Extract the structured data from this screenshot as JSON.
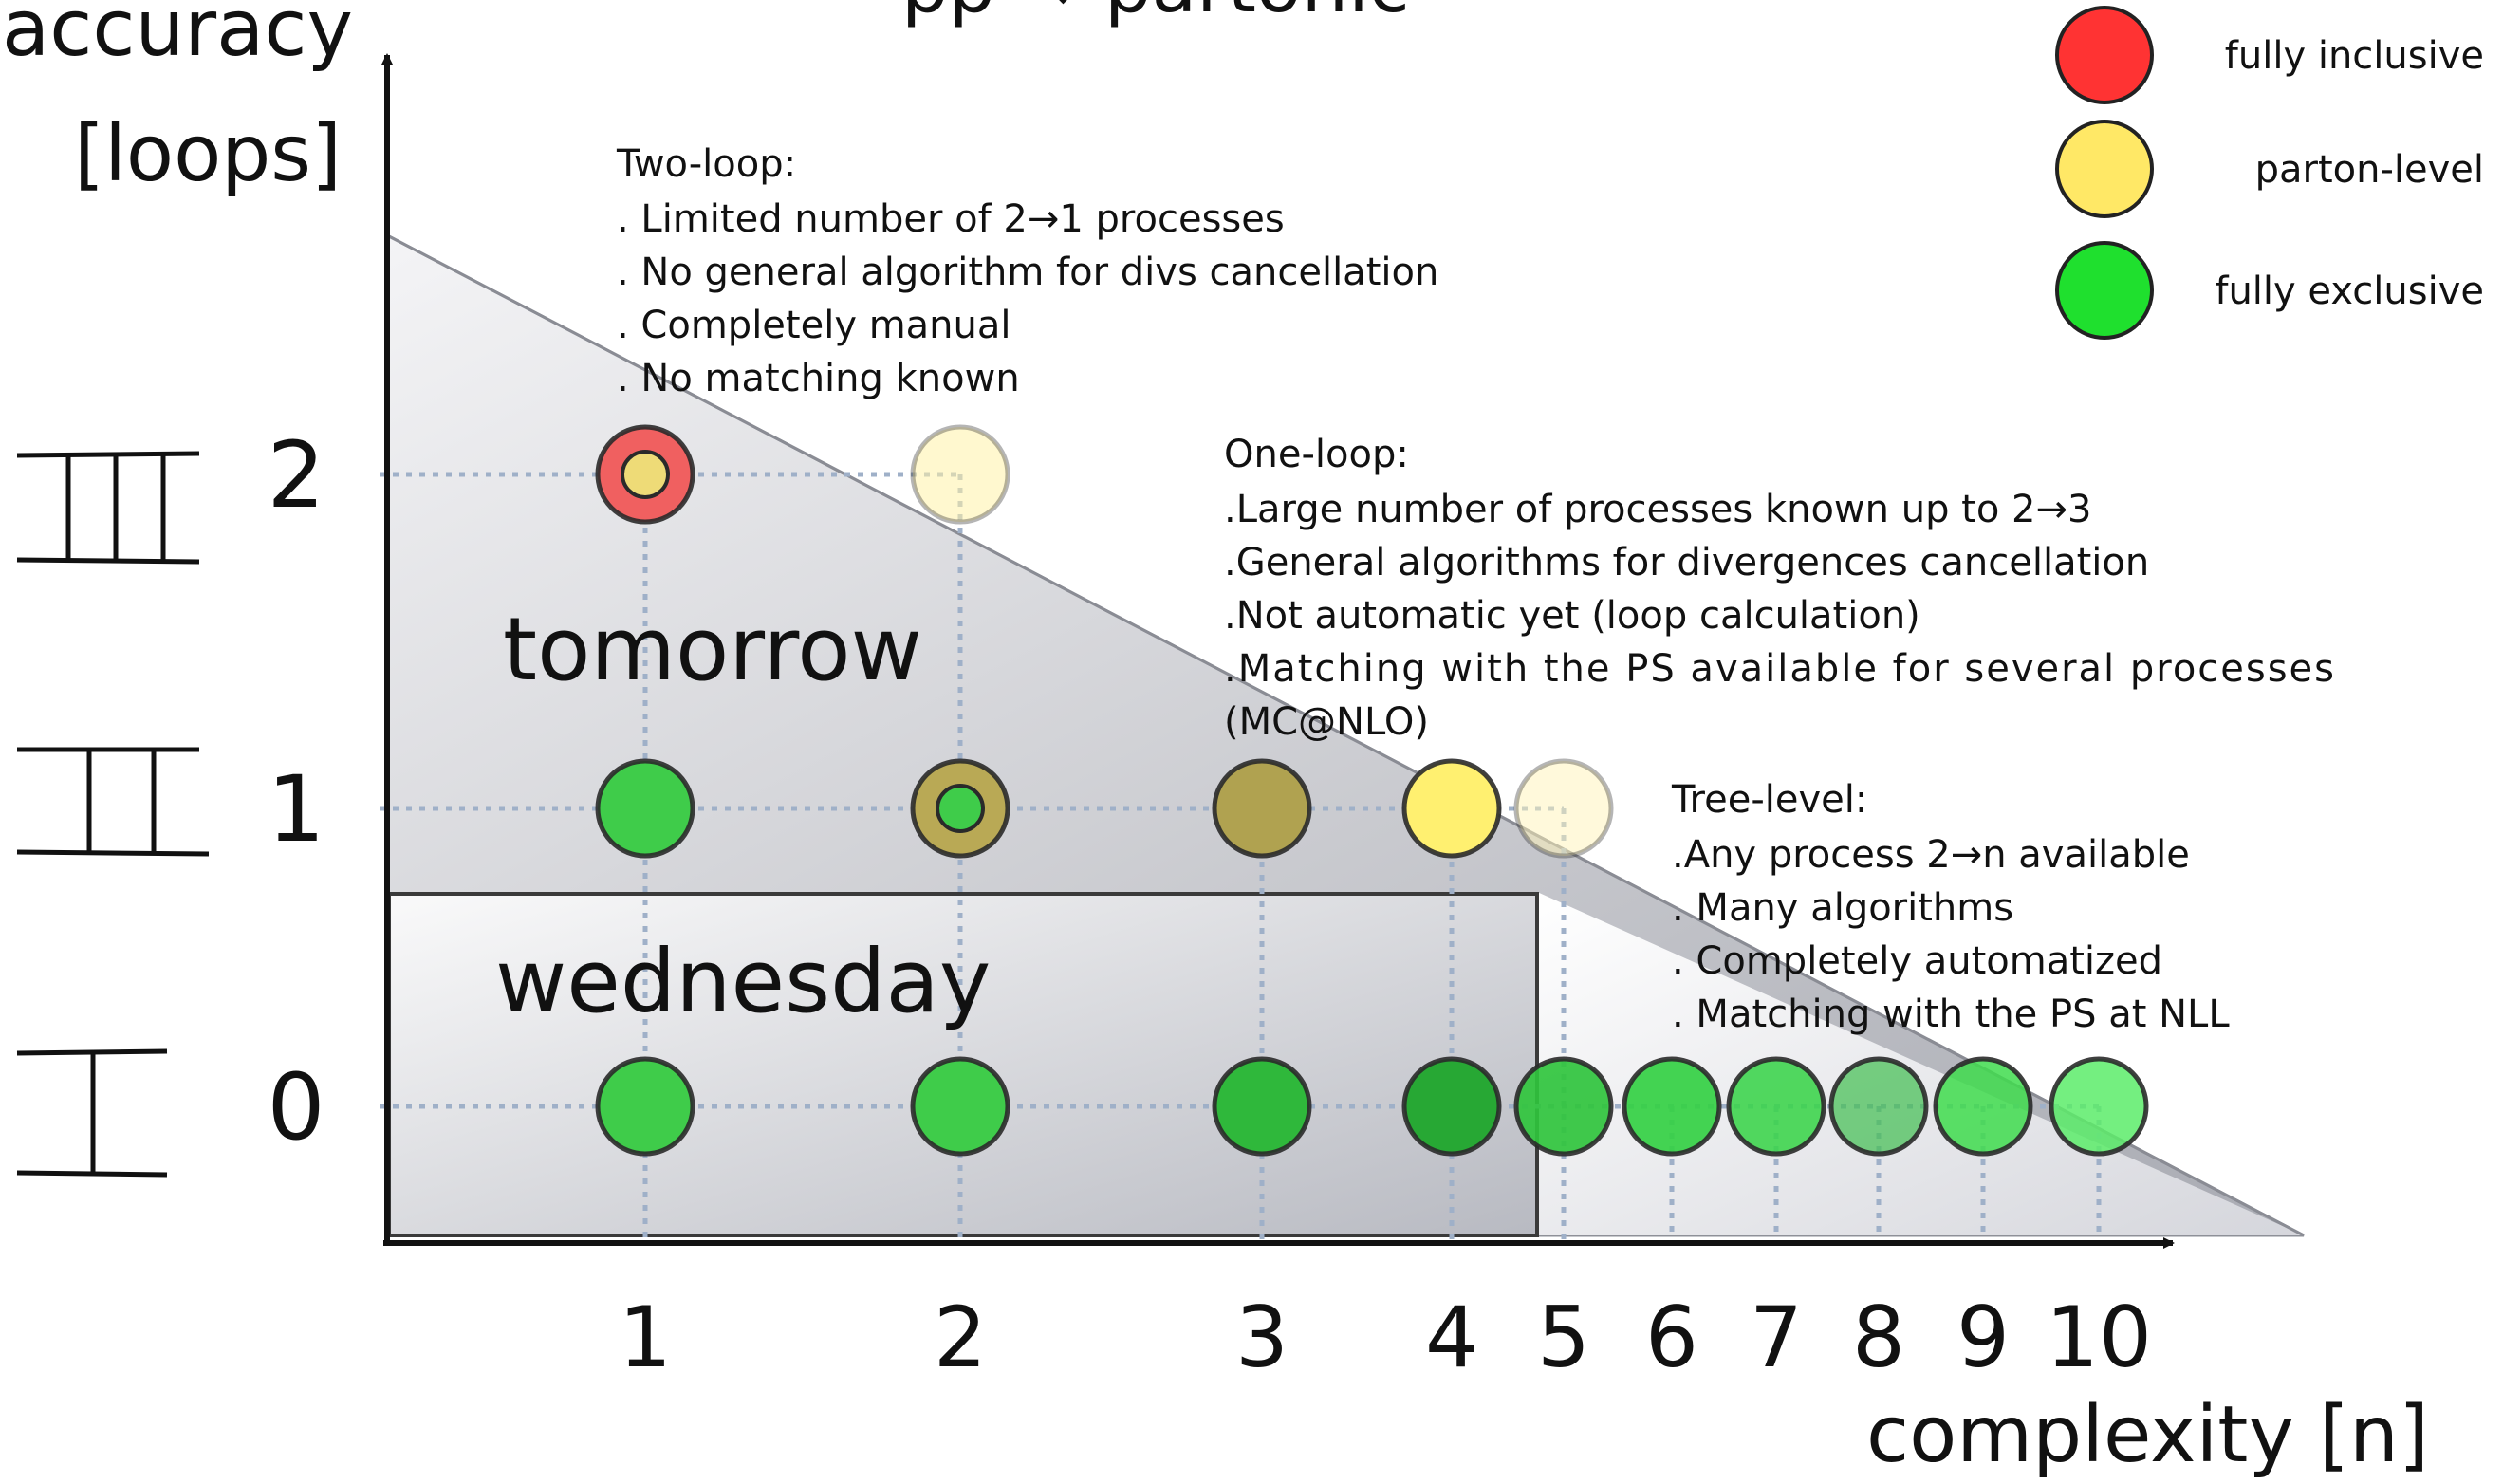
{
  "title_clipped": "pp → partonic",
  "axes": {
    "y_title": [
      "accuracy",
      "[loops]"
    ],
    "x_title": "complexity  [n]",
    "x_ticks": [
      "1",
      "2",
      "3",
      "4",
      "5",
      "6",
      "7",
      "8",
      "9",
      "10"
    ],
    "y_ticks": [
      "0",
      "1",
      "2"
    ]
  },
  "regions": {
    "tomorrow": "tomorrow",
    "wednesday": "wednesday"
  },
  "legend": [
    {
      "label": "fully inclusive",
      "color": "#ff3333"
    },
    {
      "label": "parton-level",
      "color": "#ffe866"
    },
    {
      "label": "fully exclusive",
      "color": "#1fe02e"
    }
  ],
  "notes": {
    "two_loop": {
      "title": "Two-loop:",
      "lines": [
        ". Limited number of 2→1 processes",
        ". No general algorithm for divs cancellation",
        ". Completely manual",
        ". No matching known"
      ]
    },
    "one_loop": {
      "title": "One-loop:",
      "lines": [
        ".Large number of processes known up to 2→3",
        ".General algorithms for divergences cancellation",
        ".Not automatic yet (loop calculation)",
        ".Matching  with  the  PS  available  for  several  processes",
        "(MC@NLO)"
      ]
    },
    "tree_level": {
      "title": "Tree-level:",
      "lines": [
        ".Any process 2→n available",
        ". Many algorithms",
        ". Completely automatized",
        ". Matching with the PS at NLL"
      ]
    }
  },
  "points": [
    {
      "n": 1,
      "loops": 2,
      "fill": "#f06060",
      "inner": "#eedb77",
      "opacity": 1
    },
    {
      "n": 2,
      "loops": 2,
      "fill": "#fff2a8",
      "opacity": 0.55
    },
    {
      "n": 1,
      "loops": 1,
      "fill": "#3fcc4a",
      "opacity": 1
    },
    {
      "n": 2,
      "loops": 1,
      "fill": "#b9a955",
      "inner": "#3fcc4a",
      "opacity": 1
    },
    {
      "n": 3,
      "loops": 1,
      "fill": "#b0a250",
      "opacity": 1
    },
    {
      "n": 4,
      "loops": 1,
      "fill": "#fff070",
      "opacity": 1
    },
    {
      "n": 5,
      "loops": 1,
      "fill": "#fff4b8",
      "opacity": 0.5
    },
    {
      "n": 1,
      "loops": 0,
      "fill": "#3fcc4a",
      "opacity": 1
    },
    {
      "n": 2,
      "loops": 0,
      "fill": "#3fcc4a",
      "opacity": 1
    },
    {
      "n": 3,
      "loops": 0,
      "fill": "#2fb83b",
      "opacity": 1
    },
    {
      "n": 4,
      "loops": 0,
      "fill": "#27a834",
      "opacity": 1
    },
    {
      "n": 5,
      "loops": 0,
      "fill": "#30c43d",
      "opacity": 0.92
    },
    {
      "n": 6,
      "loops": 0,
      "fill": "#34d044",
      "opacity": 0.92
    },
    {
      "n": 7,
      "loops": 0,
      "fill": "#3ad44a",
      "opacity": 0.88
    },
    {
      "n": 8,
      "loops": 0,
      "fill": "#45bf55",
      "opacity": 0.72
    },
    {
      "n": 9,
      "loops": 0,
      "fill": "#3fdc4e",
      "opacity": 0.85
    },
    {
      "n": 10,
      "loops": 0,
      "fill": "#5cec6a",
      "opacity": 0.85
    }
  ]
}
